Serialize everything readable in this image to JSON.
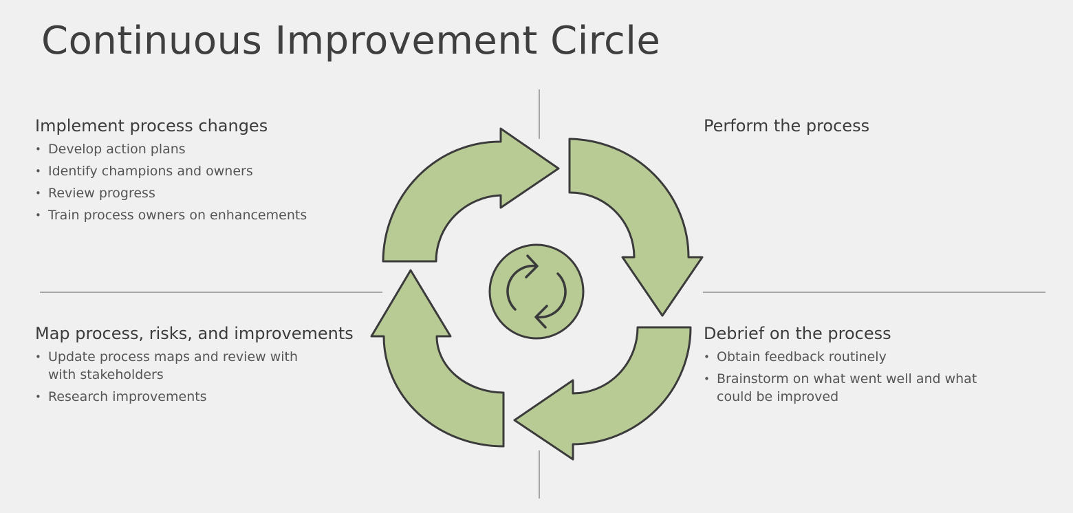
{
  "title": "Continuous Improvement Circle",
  "colors": {
    "background": "#f0f0f0",
    "arrow_fill": "#b9cb95",
    "outline": "#3b3b3b",
    "divider": "#a6a6a6"
  },
  "quadrants": {
    "top_left": {
      "heading": "Implement process changes",
      "bullets": [
        "Develop action plans",
        "Identify champions and owners",
        "Review progress",
        "Train process owners on enhancements"
      ]
    },
    "top_right": {
      "heading": "Perform the process",
      "bullets": []
    },
    "bottom_left": {
      "heading": "Map process, risks, and improvements",
      "bullets": [
        "Update process maps and review with with stakeholders",
        "Research improvements"
      ]
    },
    "bottom_right": {
      "heading": "Debrief on the process",
      "bullets": [
        "Obtain feedback routinely",
        "Brainstorm on what went well and what could be improved"
      ]
    }
  },
  "center_icon": "refresh-cycle-icon"
}
